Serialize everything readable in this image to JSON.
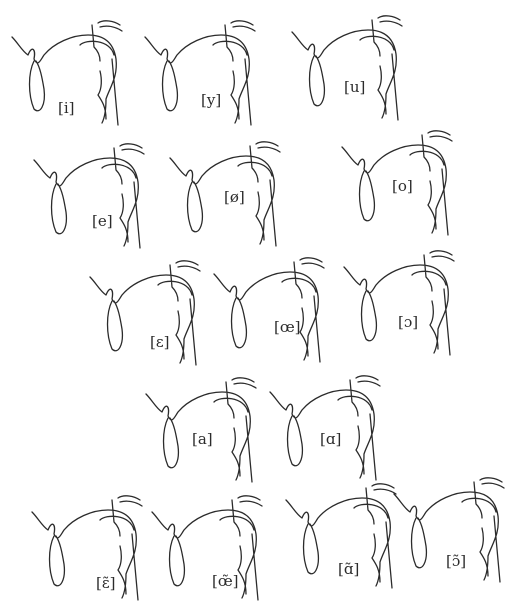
{
  "sagittal_sections": [
    {
      "label": "[i]"
    },
    {
      "label": "[y]"
    },
    {
      "label": "[u]"
    },
    {
      "label": "[e]"
    },
    {
      "label": "[ø]"
    },
    {
      "label": "[o]"
    },
    {
      "label": "[ɛ]"
    },
    {
      "label": "[œ]"
    },
    {
      "label": "[ɔ]"
    },
    {
      "label": "[a]"
    },
    {
      "label": "[ɑ]"
    },
    {
      "label": "[ɛ̃]"
    },
    {
      "label": "[œ̃]"
    },
    {
      "label": "[ɑ̃]"
    },
    {
      "label": "[ɔ̃]"
    }
  ]
}
